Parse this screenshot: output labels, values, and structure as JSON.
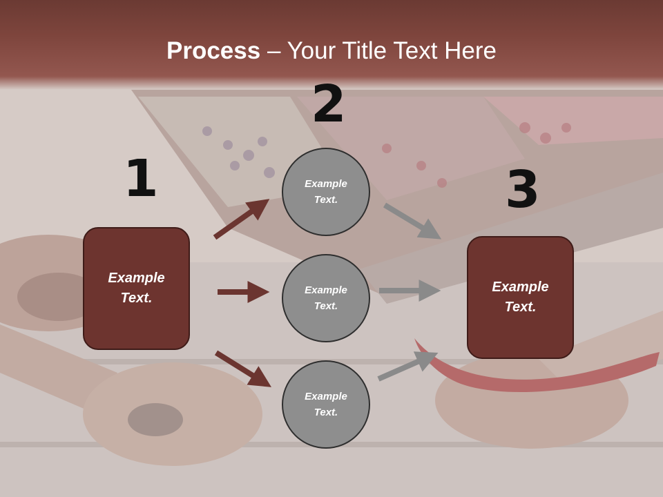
{
  "title": {
    "bold": "Process",
    "rest": " – Your Title Text Here"
  },
  "numbers": [
    "1",
    "2",
    "3"
  ],
  "left_box": {
    "line1": "Example",
    "line2": "Text."
  },
  "circles": [
    {
      "line1": "Example",
      "line2": "Text."
    },
    {
      "line1": "Example",
      "line2": "Text."
    },
    {
      "line1": "Example",
      "line2": "Text."
    }
  ],
  "right_box": {
    "line1": "Example",
    "line2": "Text."
  },
  "colors": {
    "header": "#7e453d",
    "box_fill": "#6d342f",
    "circle_fill": "#8e8e8e",
    "arrow_left": "#6b3530",
    "arrow_right": "#8a8a8a"
  },
  "icons": [
    "arrow-icon"
  ]
}
